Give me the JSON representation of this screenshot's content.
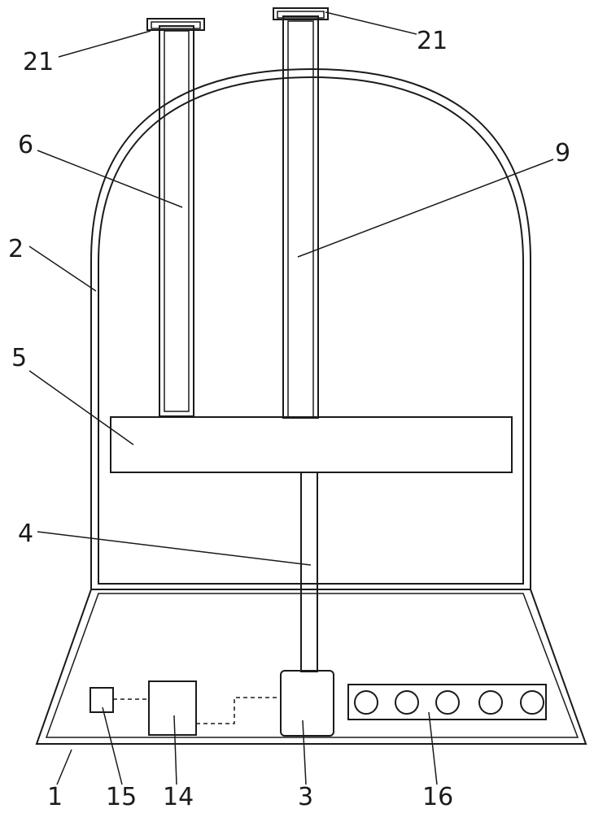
{
  "labels": {
    "base": "1",
    "housing": "2",
    "motor": "3",
    "shaft": "4",
    "plate": "5",
    "left_rod": "6",
    "right_rod": "9",
    "caps": "21",
    "controller": "14",
    "sensor": "15",
    "panel": "16"
  }
}
